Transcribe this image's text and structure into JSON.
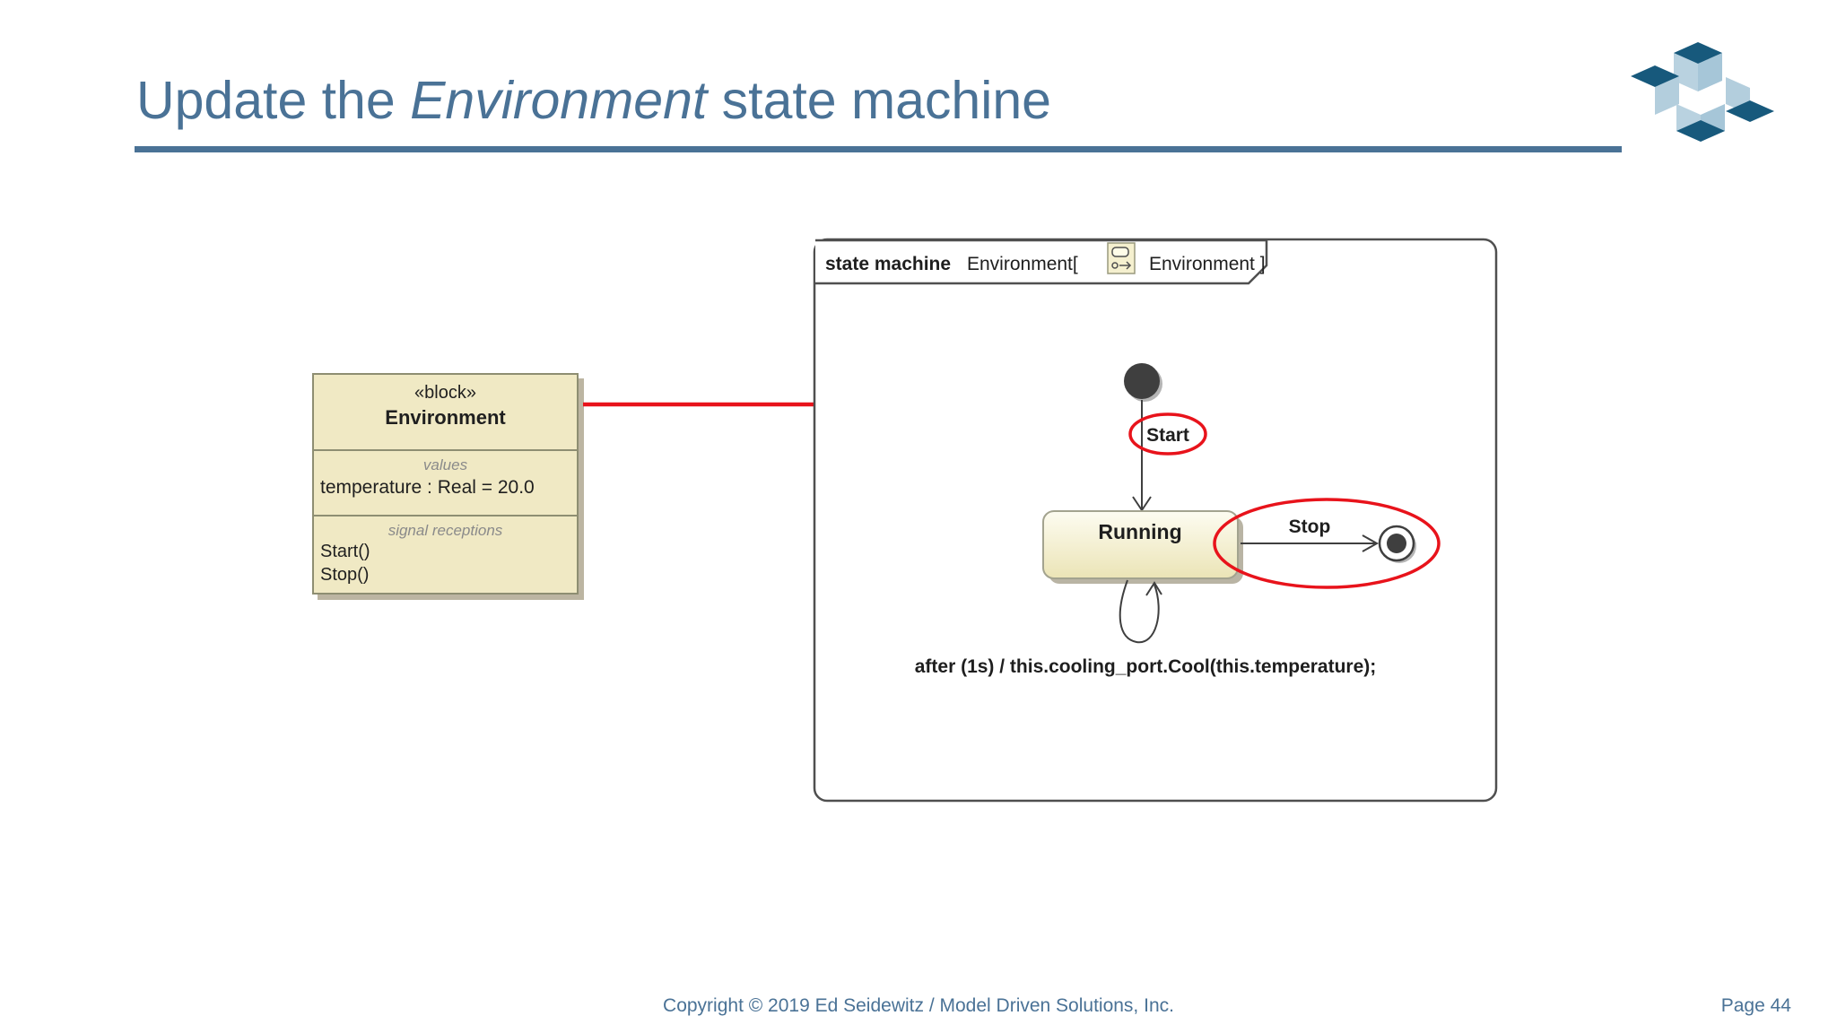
{
  "slide": {
    "title": {
      "prefix": "Update the ",
      "emphasis": "Environment",
      "suffix": " state machine"
    },
    "footer": {
      "copyright": "Copyright © 2019 Ed Seidewitz / Model Driven Solutions, Inc.",
      "page": "Page 44"
    }
  },
  "block": {
    "stereotype": "«block»",
    "name": "Environment",
    "values_label": "values",
    "values": [
      "temperature : Real = 20.0"
    ],
    "receptions_label": "signal receptions",
    "receptions": [
      "Start()",
      "Stop()"
    ]
  },
  "state_machine": {
    "frame_keyword": "state machine",
    "frame_name": "Environment[",
    "frame_context": "Environment ]",
    "icon": "state-machine-diagram-icon",
    "states": {
      "initial": "initial-pseudostate",
      "running": "Running",
      "final": "final-state"
    },
    "transitions": {
      "start": "Start",
      "stop": "Stop",
      "self": "after (1s) / this.cooling_port.Cool(this.temperature);"
    }
  },
  "annotations": {
    "red_arrow": "block-to-diagram-pointer",
    "circled": [
      "Start",
      "Stop + final state"
    ]
  },
  "colors": {
    "accent_blue": "#4a7296",
    "annotation_red": "#e8131b",
    "block_fill": "#f0e9c4",
    "block_border": "#8e8e72",
    "state_fill_top": "#fdfcf1",
    "state_fill_bottom": "#ebe4b6",
    "frame_border": "#4f4f4f",
    "node_dark": "#3f3f3f",
    "logo_dark": "#17597c",
    "logo_light": "#b3cedd"
  }
}
